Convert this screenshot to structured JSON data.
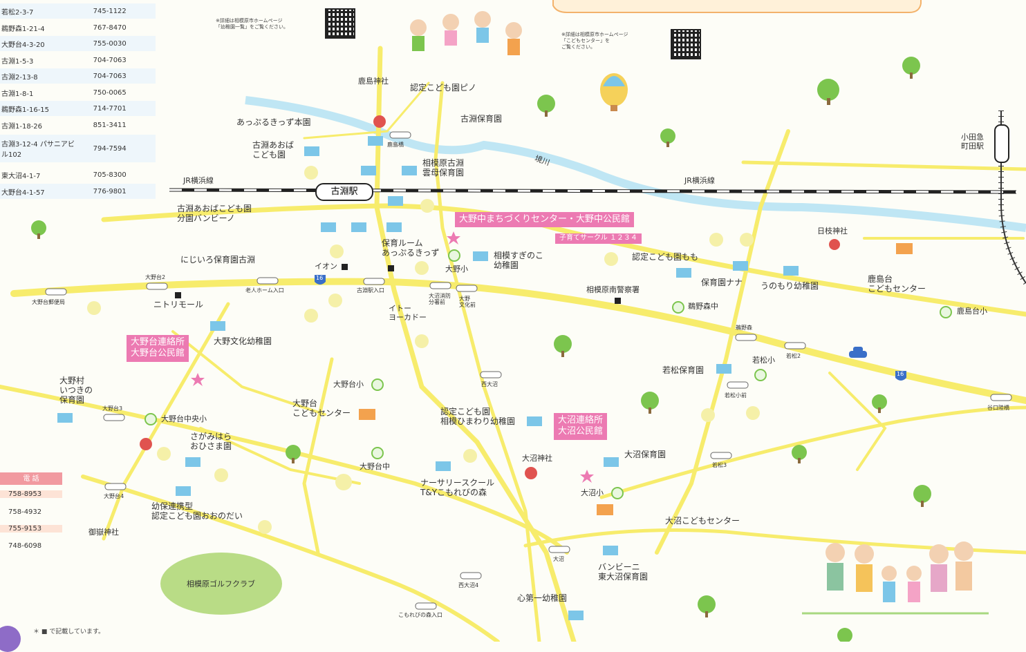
{
  "addresses": [
    {
      "address": "若松2-3-7",
      "phone": "745-1122"
    },
    {
      "address": "鵜野森1-21-4",
      "phone": "767-8470"
    },
    {
      "address": "大野台4-3-20",
      "phone": "755-0030"
    },
    {
      "address": "古淵1-5-3",
      "phone": "704-7063"
    },
    {
      "address": "古淵2-13-8",
      "phone": "704-7063"
    },
    {
      "address": "古淵1-8-1",
      "phone": "750-0065"
    },
    {
      "address": "鵜野森1-16-15",
      "phone": "714-7701"
    },
    {
      "address": "古淵1-18-26",
      "phone": "851-3411"
    },
    {
      "address": "古淵3-12-4 パサニアビル102",
      "phone": "794-7594"
    },
    {
      "address": "東大沼4-1-7",
      "phone": "705-8300"
    },
    {
      "address": "大野台4-1-57",
      "phone": "776-9801"
    }
  ],
  "phone_table": {
    "header": "電 話",
    "rows": [
      "758-8953",
      "758-4932",
      "755-9153",
      "748-6098"
    ]
  },
  "notes": {
    "left": "※詳細は相模原市ホームページ\n「幼稚園一覧」をご覧ください。",
    "right": "※詳細は相模原市ホームページ\n「こどもセンター」を\nご覧ください。",
    "legend": "＊ ■ で記載しています。"
  },
  "stations": {
    "kobuchi": "古淵駅",
    "odakyu": "小田急\n町田駅",
    "jr_left": "JR横浜線",
    "jr_right": "JR横浜線",
    "river": "境川"
  },
  "pink_labels": {
    "onojinaka": "大野中まちづくりセンター・大野中公民館",
    "circle": "子育てサークル",
    "circle_tag": "１２３４",
    "onodai": "大野台連絡所\n大野台公民館",
    "onuma": "大沼連絡所\n大沼公民館"
  },
  "places": [
    "鹿島神社",
    "認定こども園ピノ",
    "あっぷるきっず本園",
    "古淵保育園",
    "古淵あおば\nこども園",
    "相模原古淵\n雲母保育園",
    "古淵あおばこども園\n分園バンビーノ",
    "にじいろ保育園古淵",
    "保育ルーム\nあっぷるきっず",
    "相模すぎのこ\n幼稚園",
    "認定こども園もも",
    "保育園ナナ",
    "うのもり幼稚園",
    "日枝神社",
    "鹿島台\nこどもセンター",
    "ニトリモール",
    "大野文化幼稚園",
    "イオン",
    "イトー\nヨーカドー",
    "大野小",
    "相模原南警察署",
    "鵜野森中",
    "鹿島台小",
    "若松保育園",
    "若松小",
    "大野村\nいつきの\n保育園",
    "大野台中央小",
    "さがみはら\nおひさま園",
    "大野台小",
    "大野台\nこどもセンター",
    "認定こども園\n相模ひまわり幼稚園",
    "大沼神社",
    "大沼保育園",
    "大野台中",
    "ナーサリースクール\nT&Yこもれびの森",
    "大沼小",
    "大沼こどもセンター",
    "幼保連携型\n認定こども園おおのだい",
    "御嶽神社",
    "相模原ゴルフクラブ",
    "バンビーニ\n東大沼保育園",
    "心第一幼稚園"
  ],
  "signals": [
    "大野台郵便局",
    "大野台2",
    "老人ホーム入口",
    "古淵駅入口",
    "大沼消防\n分署前",
    "大野\n文化前",
    "西大沼",
    "大野台3",
    "大野台4",
    "西大沼4",
    "こもれびの森入口",
    "大沼",
    "若松小前",
    "若松3",
    "若松2",
    "谷口陸橋",
    "鵜野森",
    "鹿島橋"
  ],
  "route_numbers": [
    "16",
    "16"
  ],
  "colors": {
    "road": "#f7ec6c",
    "river": "#bfe6f4",
    "pink": "#ec7ab2",
    "tree": "#7cc54e",
    "building": "#7cc6e8",
    "center": "#f3a24e",
    "shrine": "#e0534f"
  }
}
